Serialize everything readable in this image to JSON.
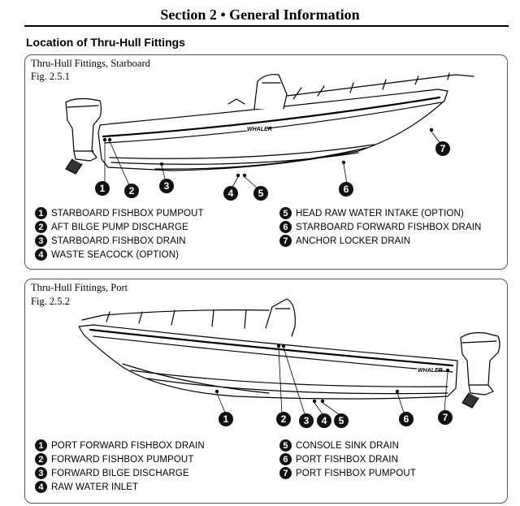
{
  "header": {
    "section_title": "Section 2 • General Information",
    "subheading": "Location of Thru-Hull Fittings"
  },
  "figures": [
    {
      "title": "Thru-Hull Fittings, Starboard",
      "number": "Fig. 2.5.1",
      "hull_label": "WHALER",
      "callouts": [
        "1",
        "2",
        "3",
        "4",
        "5",
        "6",
        "7"
      ],
      "legend_left": [
        {
          "num": "1",
          "text": "STARBOARD FISHBOX PUMPOUT"
        },
        {
          "num": "2",
          "text": "AFT BILGE PUMP DISCHARGE"
        },
        {
          "num": "3",
          "text": "STARBOARD FISHBOX DRAIN"
        },
        {
          "num": "4",
          "text": "WASTE SEACOCK (OPTION)"
        }
      ],
      "legend_right": [
        {
          "num": "5",
          "text": "HEAD RAW WATER INTAKE (OPTION)"
        },
        {
          "num": "6",
          "text": "STARBOARD FORWARD FISHBOX DRAIN"
        },
        {
          "num": "7",
          "text": "ANCHOR LOCKER DRAIN"
        }
      ]
    },
    {
      "title": "Thru-Hull Fittings, Port",
      "number": "Fig. 2.5.2",
      "hull_label": "WHALER",
      "callouts": [
        "1",
        "2",
        "3",
        "4",
        "5",
        "6",
        "7"
      ],
      "legend_left": [
        {
          "num": "1",
          "text": "PORT FORWARD FISHBOX DRAIN"
        },
        {
          "num": "2",
          "text": "FORWARD FISHBOX PUMPOUT"
        },
        {
          "num": "3",
          "text": "FORWARD BILGE DISCHARGE"
        },
        {
          "num": "4",
          "text": "RAW WATER INLET"
        }
      ],
      "legend_right": [
        {
          "num": "5",
          "text": "CONSOLE SINK DRAIN"
        },
        {
          "num": "6",
          "text": "PORT FISHBOX DRAIN"
        },
        {
          "num": "7",
          "text": "PORT FISHBOX PUMPOUT"
        }
      ]
    }
  ]
}
